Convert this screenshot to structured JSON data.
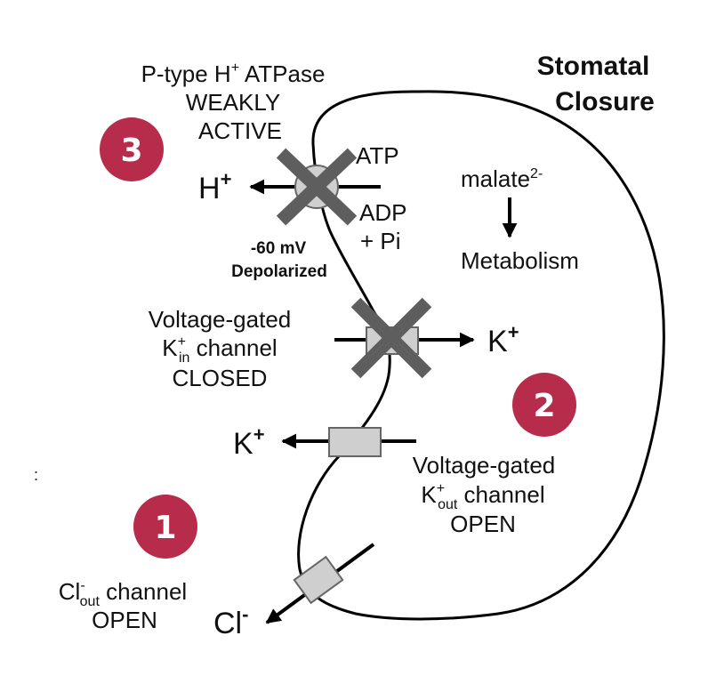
{
  "title": {
    "line1": "Stomatal",
    "line2": "Closure"
  },
  "atpase": {
    "line1_a": "P-type H",
    "line1_sup": "+",
    "line1_b": " ATPase",
    "line2": "WEAKLY",
    "line3": "ACTIVE"
  },
  "atpase_ion": {
    "base": "H",
    "sup": "+"
  },
  "atp": "ATP",
  "adp": {
    "line1": "ADP",
    "line2": "+ Pi"
  },
  "malate": {
    "base": "malate",
    "sup": "2-"
  },
  "metabolism": "Metabolism",
  "membrane_potential": {
    "line1": "-60 mV",
    "line2": "Depolarized"
  },
  "k_in_channel": {
    "line1": "Voltage-gated",
    "line2_base": "K",
    "line2_sup": "+",
    "line2_sub": "in",
    "line2_rest": " channel",
    "line3": "CLOSED"
  },
  "k_in_ion": {
    "base": "K",
    "sup": "+"
  },
  "k_out_ion": {
    "base": "K",
    "sup": "+"
  },
  "k_out_channel": {
    "line1": "Voltage-gated",
    "line2_base": "K",
    "line2_sup": "+",
    "line2_sub": "out",
    "line2_rest": " channel",
    "line3": "OPEN"
  },
  "cl_channel": {
    "line1_base": "Cl",
    "line1_sup": "-",
    "line1_sub": "out",
    "line1_rest": " channel",
    "line2": "OPEN"
  },
  "cl_ion": {
    "base": "Cl",
    "sup": "-"
  },
  "badges": {
    "one": "1",
    "two": "2",
    "three": "3"
  },
  "stray_mark": ":",
  "colors": {
    "badge": "#b72c4a",
    "channel_fill": "#cfcfcf",
    "cross": "#5e5e5e",
    "stroke": "#000000"
  }
}
